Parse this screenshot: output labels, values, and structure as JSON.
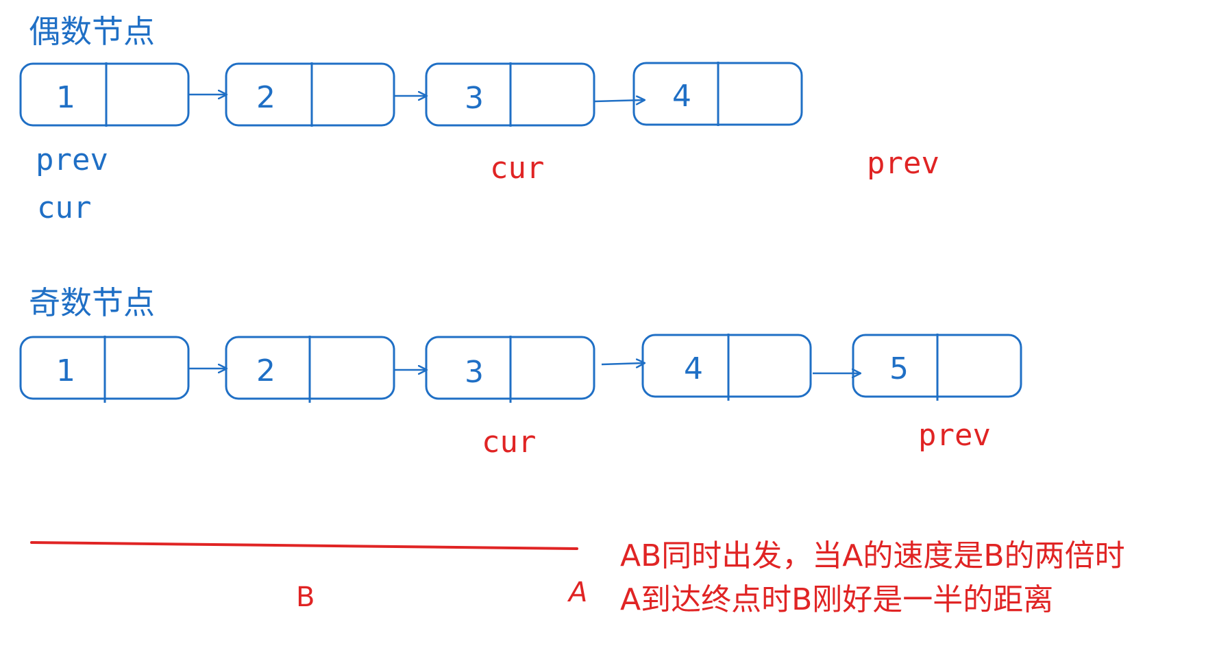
{
  "colors": {
    "blue": "#1f6fc5",
    "red": "#e02424",
    "text": "#1a1a1a"
  },
  "even_section": {
    "title": "偶数节点",
    "nodes": [
      "1",
      "2",
      "3",
      "4"
    ],
    "labels": [
      {
        "text": "prev",
        "color": "blue"
      },
      {
        "text": "cur",
        "color": "blue"
      },
      {
        "text": "cur",
        "color": "red"
      },
      {
        "text": "prev",
        "color": "red"
      }
    ]
  },
  "odd_section": {
    "title": "奇数节点",
    "nodes": [
      "1",
      "2",
      "3",
      "4",
      "5"
    ],
    "labels": [
      {
        "text": "cur",
        "color": "red"
      },
      {
        "text": "prev",
        "color": "red"
      }
    ]
  },
  "speed_note": {
    "label_b": "B",
    "label_a": "A",
    "line1": "AB同时出发，当A的速度是B的两倍时",
    "line2": "A到达终点时B刚好是一半的距离"
  }
}
